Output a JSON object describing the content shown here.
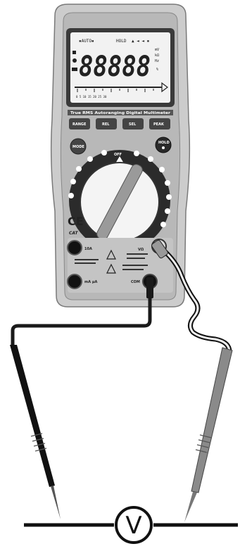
{
  "meter": {
    "display_digits": "88888",
    "status_text": "HOLD",
    "brand_line": "True RMS Autoranging Digital Multimeter",
    "buttons": [
      "RANGE",
      "REL",
      "SEL",
      "PEAK"
    ],
    "mode_label": "MODE",
    "hold_label": "HOLD",
    "off_label": "OFF",
    "ce_label": "CE",
    "cat_label": "CAT",
    "jacks": {
      "amp": "10A",
      "ma": "mA µA",
      "com": "COM",
      "volt": "VΩ"
    }
  },
  "circuit": {
    "voltmeter_symbol": "V"
  },
  "colors": {
    "meter_body": "#cfcfcf",
    "lcd": "#f2f2f2",
    "black_lead": "#1a1a1a",
    "red_lead": "#8a8a8a"
  }
}
